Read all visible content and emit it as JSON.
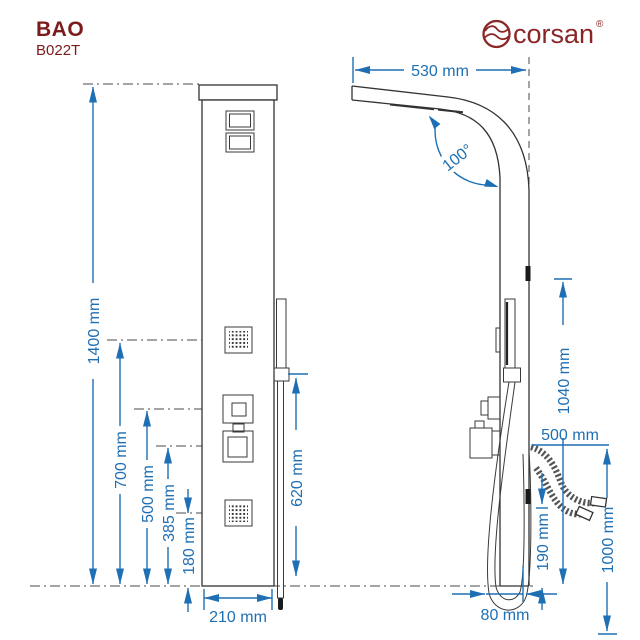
{
  "product": {
    "series": "BAO",
    "code": "B022T"
  },
  "brand": {
    "name": "corsan",
    "registered": "®"
  },
  "colors": {
    "dimension_blue": "#1e6fb4",
    "brand_red": "#8b2626",
    "title_red": "#7b1b1b",
    "drawing_line": "#333333"
  },
  "front_view": {
    "dim_total_height": "1400 mm",
    "dim_upper_jet": "700 mm",
    "dim_mixer": "500 mm",
    "dim_diverter": "385 mm",
    "dim_lower_jet": "180 mm",
    "dim_panel_width": "210 mm",
    "dim_hose_length": "620 mm"
  },
  "side_view": {
    "dim_head_reach": "530 mm",
    "dim_head_angle": "100°",
    "dim_panel_height": "1040 mm",
    "dim_outlet_reach": "500 mm",
    "dim_spout_height": "190 mm",
    "dim_outlet_height": "1000 mm",
    "dim_depth": "80 mm"
  }
}
